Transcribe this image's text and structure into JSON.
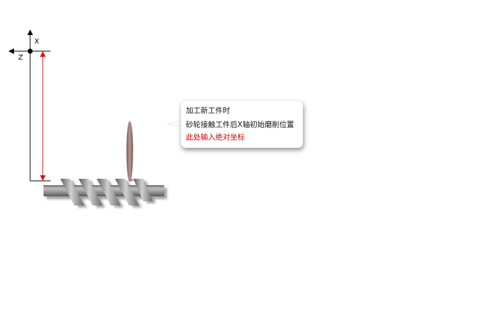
{
  "axes": {
    "x_label": "X",
    "z_label": "Z"
  },
  "callout": {
    "lines": [
      "加工新工件时",
      "砂轮接触工件后X轴初始磨削位置",
      "此处输入绝对坐标"
    ]
  },
  "colors": {
    "axis": "#000000",
    "dimension_arrow": "#dd1111",
    "highlight_text": "#cc0000",
    "screw": "#8a8a8a",
    "grinding_wheel": "#9a7870"
  }
}
